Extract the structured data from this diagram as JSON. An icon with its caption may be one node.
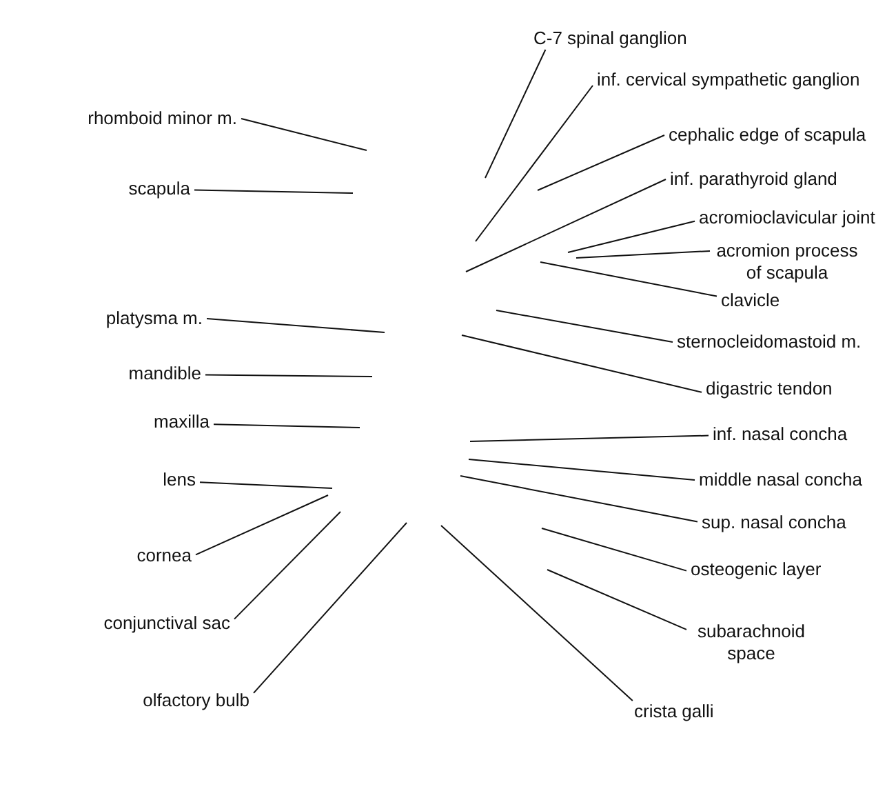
{
  "diagram": {
    "nodes": [
      {
        "text": [
          "rhomboid minor m."
        ]
      },
      {
        "text": [
          "scapula"
        ]
      },
      {
        "text": [
          "platysma m."
        ]
      },
      {
        "text": [
          "mandible"
        ]
      },
      {
        "text": [
          "maxilla"
        ]
      },
      {
        "text": [
          "lens"
        ]
      },
      {
        "text": [
          "cornea"
        ]
      },
      {
        "text": [
          "conjunctival sac"
        ]
      },
      {
        "text": [
          "olfactory bulb"
        ]
      },
      {
        "text": [
          "C-7 spinal ganglion"
        ]
      },
      {
        "text": [
          "inf. cervical sympathetic ganglion"
        ]
      },
      {
        "text": [
          "cephalic edge of scapula"
        ]
      },
      {
        "text": [
          "inf. parathyroid gland"
        ]
      },
      {
        "text": [
          "acromioclavicular joint"
        ]
      },
      {
        "text": [
          "acromion process of scapula"
        ]
      },
      {
        "text": [
          "clavicle"
        ]
      },
      {
        "text": [
          "sternocleidomastoid m."
        ]
      },
      {
        "text": [
          "digastric tendon"
        ]
      },
      {
        "text": [
          "inf. nasal concha"
        ]
      },
      {
        "text": [
          "middle nasal concha"
        ]
      },
      {
        "text": [
          "sup. nasal concha"
        ]
      },
      {
        "text": [
          "osteogenic layer"
        ]
      },
      {
        "text": [
          "subarachnoid space"
        ]
      },
      {
        "text": [
          "crista galli"
        ]
      }
    ],
    "edges": [
      {
        "from": 0,
        "to": null,
        "arrow": "none"
      },
      {
        "from": 1,
        "to": null,
        "arrow": "none"
      },
      {
        "from": 2,
        "to": null,
        "arrow": "none"
      },
      {
        "from": 3,
        "to": null,
        "arrow": "none"
      },
      {
        "from": 4,
        "to": null,
        "arrow": "none"
      },
      {
        "from": 5,
        "to": null,
        "arrow": "none"
      },
      {
        "from": 6,
        "to": null,
        "arrow": "none"
      },
      {
        "from": 7,
        "to": null,
        "arrow": "none"
      },
      {
        "from": 8,
        "to": null,
        "arrow": "none"
      },
      {
        "from": 9,
        "to": null,
        "arrow": "none"
      },
      {
        "from": 10,
        "to": null,
        "arrow": "none"
      },
      {
        "from": 11,
        "to": null,
        "arrow": "none"
      },
      {
        "from": 12,
        "to": null,
        "arrow": "none"
      },
      {
        "from": 13,
        "to": null,
        "arrow": "none"
      },
      {
        "from": 14,
        "to": null,
        "arrow": "none"
      },
      {
        "from": 15,
        "to": null,
        "arrow": "none"
      },
      {
        "from": 16,
        "to": null,
        "arrow": "none"
      },
      {
        "from": 17,
        "to": null,
        "arrow": "none"
      },
      {
        "from": 18,
        "to": null,
        "arrow": "none"
      },
      {
        "from": 19,
        "to": null,
        "arrow": "none"
      },
      {
        "from": 20,
        "to": null,
        "arrow": "none"
      },
      {
        "from": 21,
        "to": null,
        "arrow": "none"
      },
      {
        "from": 22,
        "to": null,
        "arrow": "none"
      },
      {
        "from": 23,
        "to": null,
        "arrow": "none"
      }
    ]
  }
}
